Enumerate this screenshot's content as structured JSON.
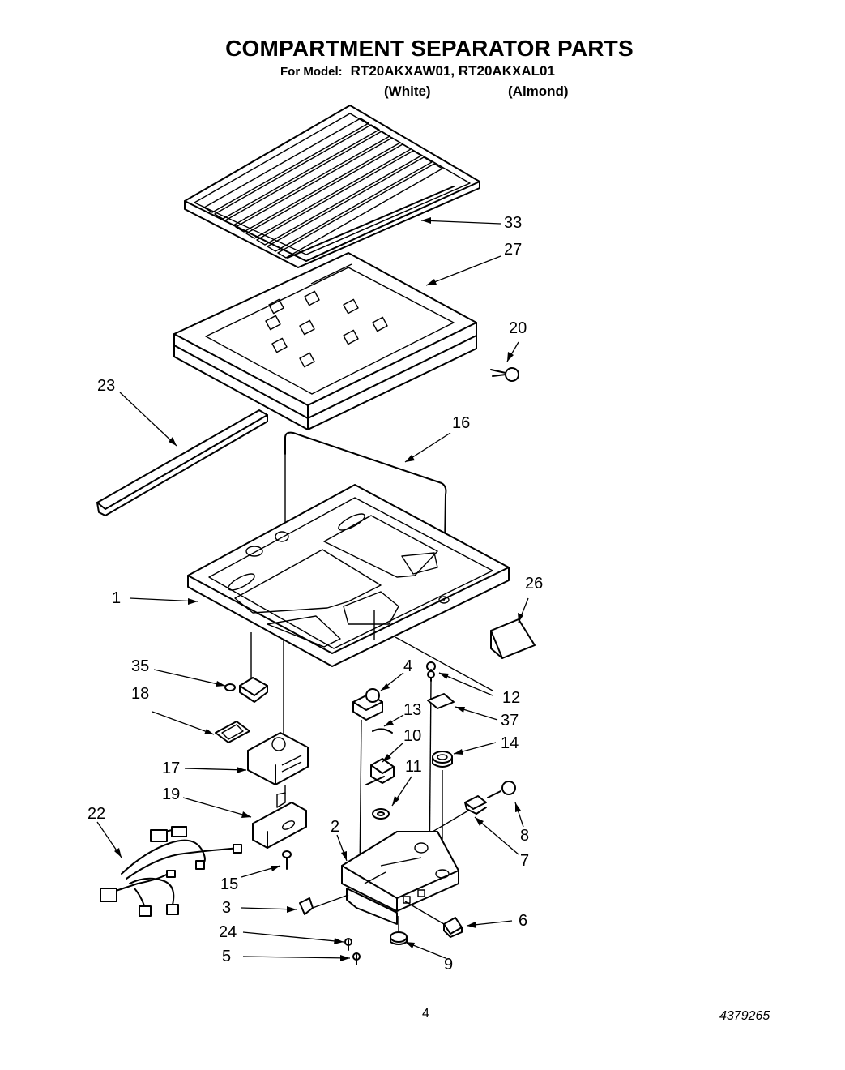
{
  "title": "COMPARTMENT SEPARATOR PARTS",
  "model_label": "For Model:",
  "models": "RT20AKXAW01, RT20AKXAL01",
  "variants": [
    "(White)",
    "(Almond)"
  ],
  "page_number": "4",
  "document_number": "4379265",
  "callouts": [
    "33",
    "27",
    "20",
    "23",
    "16",
    "1",
    "26",
    "35",
    "4",
    "12",
    "18",
    "13",
    "37",
    "10",
    "14",
    "17",
    "11",
    "19",
    "22",
    "8",
    "2",
    "7",
    "15",
    "3",
    "6",
    "24",
    "5",
    "9"
  ]
}
